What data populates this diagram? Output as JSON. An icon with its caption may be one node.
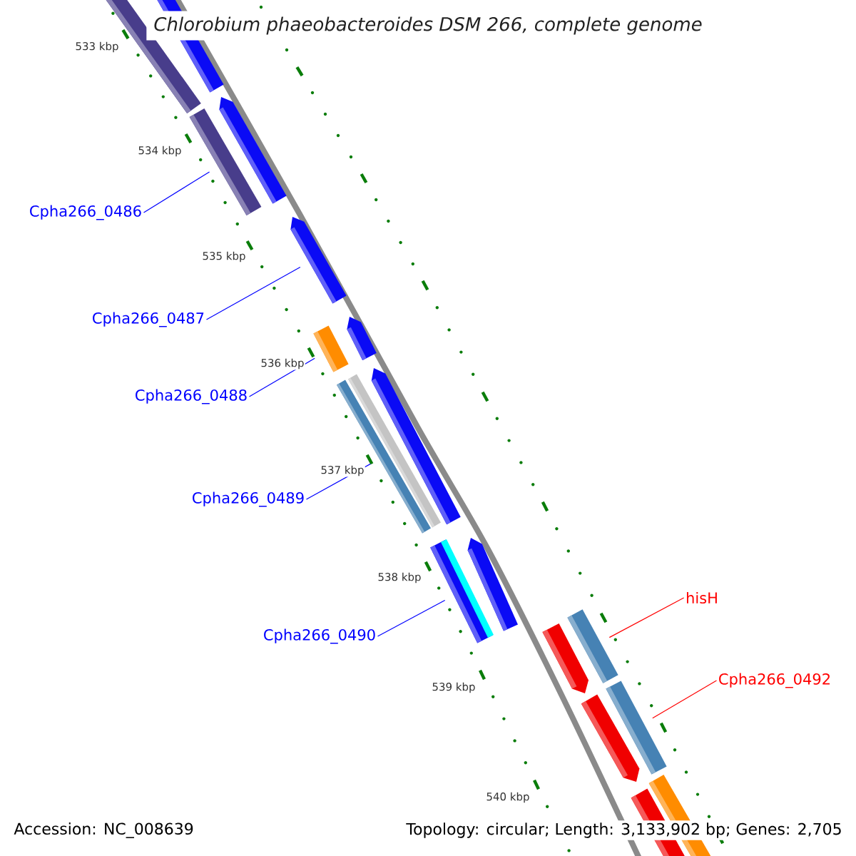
{
  "diagram": {
    "title": "Chlorobium phaeobacteroides DSM 266, complete genome",
    "nodes": [
      {
        "text": [
          "Cpha266_0486"
        ]
      },
      {
        "text": [
          "Cpha266_0487"
        ]
      },
      {
        "text": [
          "Cpha266_0488"
        ]
      },
      {
        "text": [
          "Cpha266_0489"
        ]
      },
      {
        "text": [
          "Cpha266_0490"
        ]
      },
      {
        "text": [
          "hisH"
        ]
      },
      {
        "text": [
          "Cpha266_0492"
        ]
      },
      {
        "text": [],
        "shape": "bar"
      },
      {
        "text": [],
        "shape": "bar"
      },
      {
        "text": [],
        "shape": "bar"
      },
      {
        "text": [],
        "shape": "bar"
      },
      {
        "text": [],
        "shape": "bar"
      },
      {
        "text": [],
        "shape": "bar"
      },
      {
        "text": [],
        "shape": "bar"
      },
      {
        "text": [],
        "shape": "bar"
      },
      {
        "text": [],
        "shape": "bar"
      },
      {
        "text": [],
        "shape": "bar"
      },
      {
        "text": [],
        "shape": "bar"
      },
      {
        "text": [],
        "shape": "bar"
      },
      {
        "text": [],
        "shape": "bar"
      },
      {
        "text": [],
        "shape": "bar"
      },
      {
        "text": [],
        "shape": "bar"
      },
      {
        "text": [],
        "shape": "bar"
      },
      {
        "text": [],
        "shape": "bar"
      },
      {
        "text": [],
        "shape": "bar"
      }
    ],
    "edges": [
      {
        "from": 0,
        "to": 10,
        "arrow": "none"
      },
      {
        "from": 1,
        "to": 11,
        "arrow": "none"
      },
      {
        "from": 2,
        "to": 13,
        "arrow": "none"
      },
      {
        "from": 3,
        "to": 16,
        "arrow": "none"
      },
      {
        "from": 4,
        "to": 18,
        "arrow": "none"
      },
      {
        "from": 5,
        "to": 19,
        "arrow": "none",
        "color": "#ff0000"
      },
      {
        "from": 6,
        "to": 21,
        "arrow": "none",
        "color": "#ff0000"
      }
    ],
    "labels": [
      "533 kbp",
      "534 kbp",
      "535 kbp",
      "536 kbp",
      "537 kbp",
      "538 kbp",
      "539 kbp",
      "540 kbp",
      "Accession: NC_008639",
      "Topology: circular; Length: 3,133,902 bp; Genes: 2,705"
    ]
  }
}
